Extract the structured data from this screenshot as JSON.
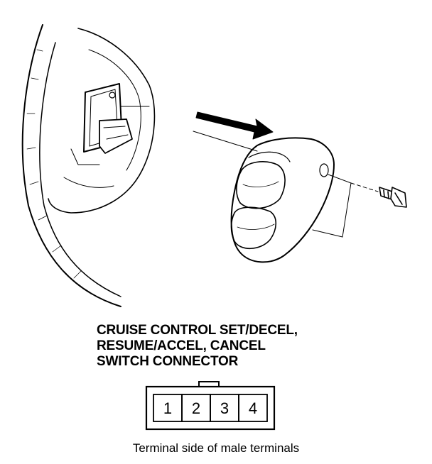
{
  "title_lines": [
    "CRUISE CONTROL SET/DECEL,",
    "RESUME/ACCEL, CANCEL",
    "SWITCH CONNECTOR"
  ],
  "connector": {
    "pins": [
      "1",
      "2",
      "3",
      "4"
    ]
  },
  "footnote": "Terminal side of male terminals"
}
